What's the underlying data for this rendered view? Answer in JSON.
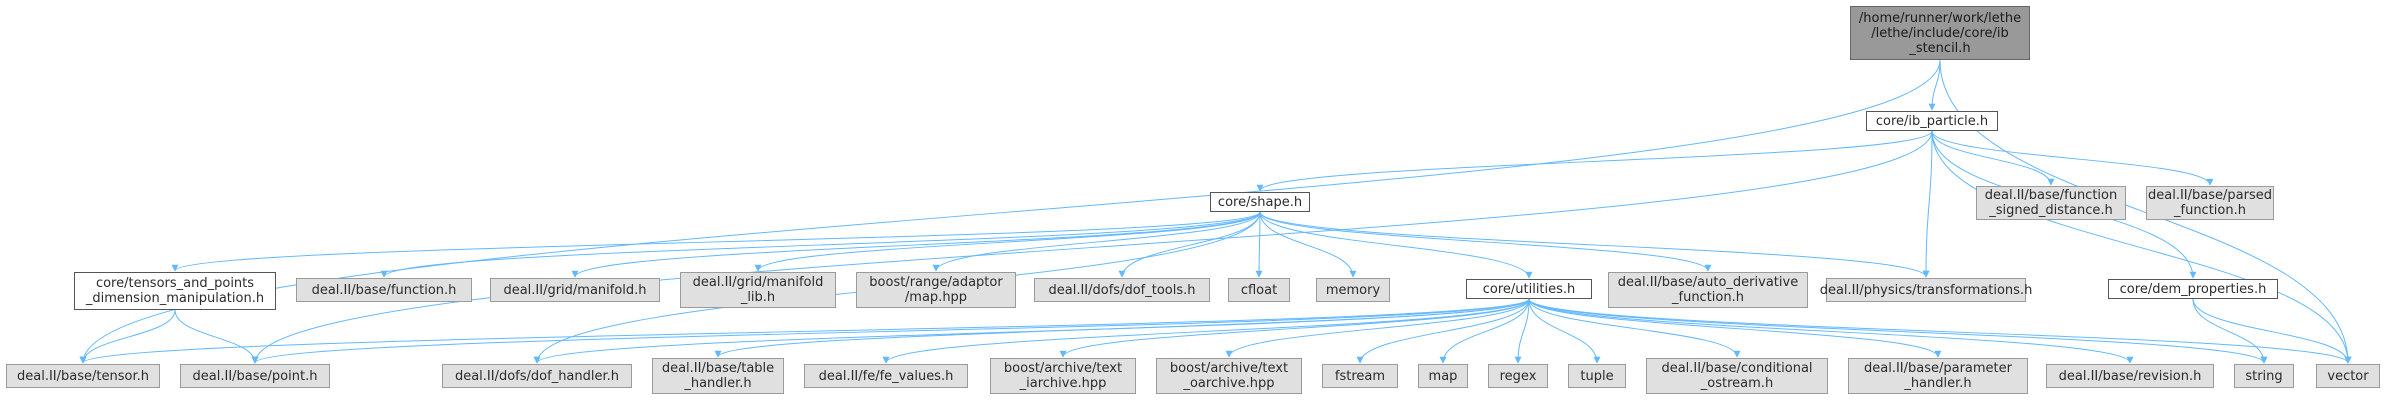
{
  "diagram": {
    "type": "include-dependency-graph",
    "colors": {
      "edge": "#63b8ff",
      "root_fill": "#999999",
      "node_fill": "#e0e0e0",
      "local_fill": "#ffffff"
    },
    "nodes": {
      "root": "/home/runner/work/lethe\n/lethe/include/core/ib\n_stencil.h",
      "ib_particle": "core/ib_particle.h",
      "shape": "core/shape.h",
      "signed_distance": "deal.II/base/function\n_signed_distance.h",
      "parsed_function": "deal.II/base/parsed\n_function.h",
      "tensors": "core/tensors_and_points\n_dimension_manipulation.h",
      "base_function": "deal.II/base/function.h",
      "grid_manifold": "deal.II/grid/manifold.h",
      "manifold_lib": "deal.II/grid/manifold\n_lib.h",
      "boost_map": "boost/range/adaptor\n/map.hpp",
      "dof_tools": "deal.II/dofs/dof_tools.h",
      "cfloat": "cfloat",
      "memory": "memory",
      "utilities": "core/utilities.h",
      "auto_derivative": "deal.II/base/auto_derivative\n_function.h",
      "transformations": "deal.II/physics/transformations.h",
      "dem_properties": "core/dem_properties.h",
      "tensor": "deal.II/base/tensor.h",
      "point": "deal.II/base/point.h",
      "dof_handler": "deal.II/dofs/dof_handler.h",
      "table_handler": "deal.II/base/table\n_handler.h",
      "fe_values": "deal.II/fe/fe_values.h",
      "iarchive": "boost/archive/text\n_iarchive.hpp",
      "oarchive": "boost/archive/text\n_oarchive.hpp",
      "fstream": "fstream",
      "map": "map",
      "regex": "regex",
      "tuple": "tuple",
      "conditional_ostream": "deal.II/base/conditional\n_ostream.h",
      "parameter_handler": "deal.II/base/parameter\n_handler.h",
      "revision": "deal.II/base/revision.h",
      "string": "string",
      "vector": "vector"
    },
    "edges": [
      [
        "root",
        "ib_particle"
      ],
      [
        "root",
        "tensor"
      ],
      [
        "root",
        "vector"
      ],
      [
        "ib_particle",
        "shape"
      ],
      [
        "ib_particle",
        "signed_distance"
      ],
      [
        "ib_particle",
        "parsed_function"
      ],
      [
        "ib_particle",
        "transformations"
      ],
      [
        "ib_particle",
        "dem_properties"
      ],
      [
        "ib_particle",
        "point"
      ],
      [
        "ib_particle",
        "vector"
      ],
      [
        "shape",
        "tensors"
      ],
      [
        "shape",
        "base_function"
      ],
      [
        "shape",
        "grid_manifold"
      ],
      [
        "shape",
        "manifold_lib"
      ],
      [
        "shape",
        "boost_map"
      ],
      [
        "shape",
        "dof_tools"
      ],
      [
        "shape",
        "cfloat"
      ],
      [
        "shape",
        "memory"
      ],
      [
        "shape",
        "utilities"
      ],
      [
        "shape",
        "auto_derivative"
      ],
      [
        "shape",
        "transformations"
      ],
      [
        "shape",
        "dof_handler"
      ],
      [
        "tensors",
        "tensor"
      ],
      [
        "tensors",
        "point"
      ],
      [
        "dem_properties",
        "string"
      ],
      [
        "dem_properties",
        "vector"
      ],
      [
        "utilities",
        "tensor"
      ],
      [
        "utilities",
        "point"
      ],
      [
        "utilities",
        "dof_handler"
      ],
      [
        "utilities",
        "table_handler"
      ],
      [
        "utilities",
        "fe_values"
      ],
      [
        "utilities",
        "iarchive"
      ],
      [
        "utilities",
        "oarchive"
      ],
      [
        "utilities",
        "fstream"
      ],
      [
        "utilities",
        "map"
      ],
      [
        "utilities",
        "regex"
      ],
      [
        "utilities",
        "tuple"
      ],
      [
        "utilities",
        "conditional_ostream"
      ],
      [
        "utilities",
        "parameter_handler"
      ],
      [
        "utilities",
        "revision"
      ],
      [
        "utilities",
        "string"
      ],
      [
        "utilities",
        "vector"
      ]
    ]
  }
}
